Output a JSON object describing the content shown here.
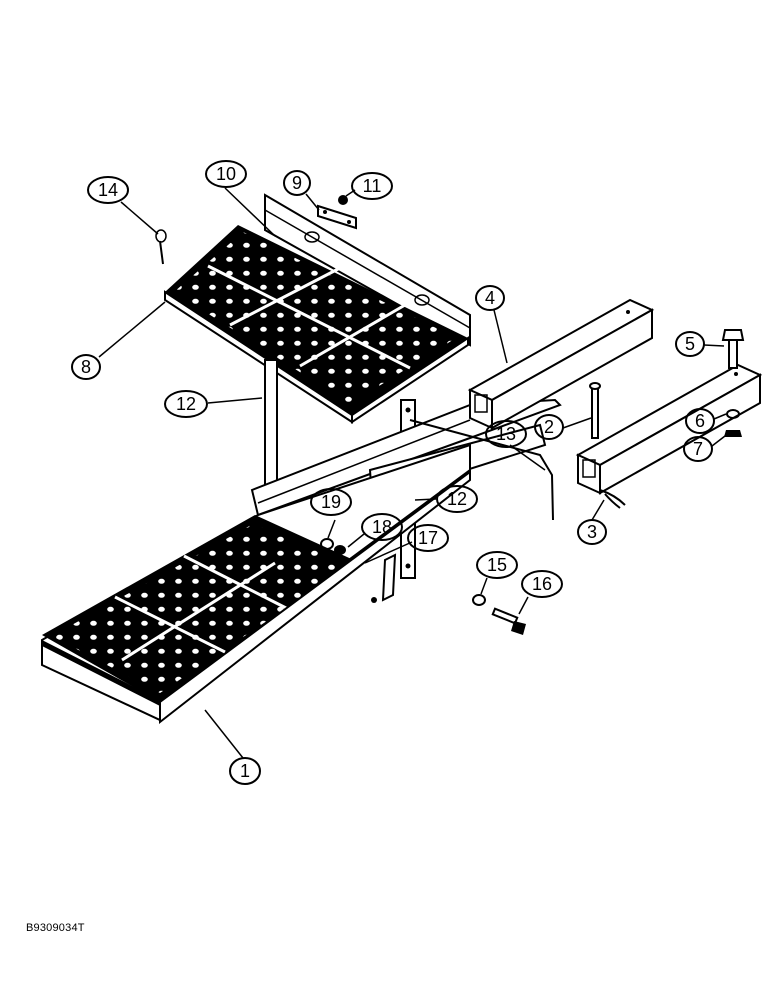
{
  "figure_code": "B9309034T",
  "callouts": [
    {
      "id": "c1",
      "label": "1"
    },
    {
      "id": "c2",
      "label": "2"
    },
    {
      "id": "c3",
      "label": "3"
    },
    {
      "id": "c4",
      "label": "4"
    },
    {
      "id": "c5",
      "label": "5"
    },
    {
      "id": "c6",
      "label": "6"
    },
    {
      "id": "c7",
      "label": "7"
    },
    {
      "id": "c8",
      "label": "8"
    },
    {
      "id": "c9",
      "label": "9"
    },
    {
      "id": "c10",
      "label": "10"
    },
    {
      "id": "c11",
      "label": "11"
    },
    {
      "id": "c12a",
      "label": "12"
    },
    {
      "id": "c12b",
      "label": "12"
    },
    {
      "id": "c13",
      "label": "13"
    },
    {
      "id": "c14",
      "label": "14"
    },
    {
      "id": "c15",
      "label": "15"
    },
    {
      "id": "c16",
      "label": "16"
    },
    {
      "id": "c17",
      "label": "17"
    },
    {
      "id": "c18",
      "label": "18"
    },
    {
      "id": "c19",
      "label": "19"
    }
  ]
}
